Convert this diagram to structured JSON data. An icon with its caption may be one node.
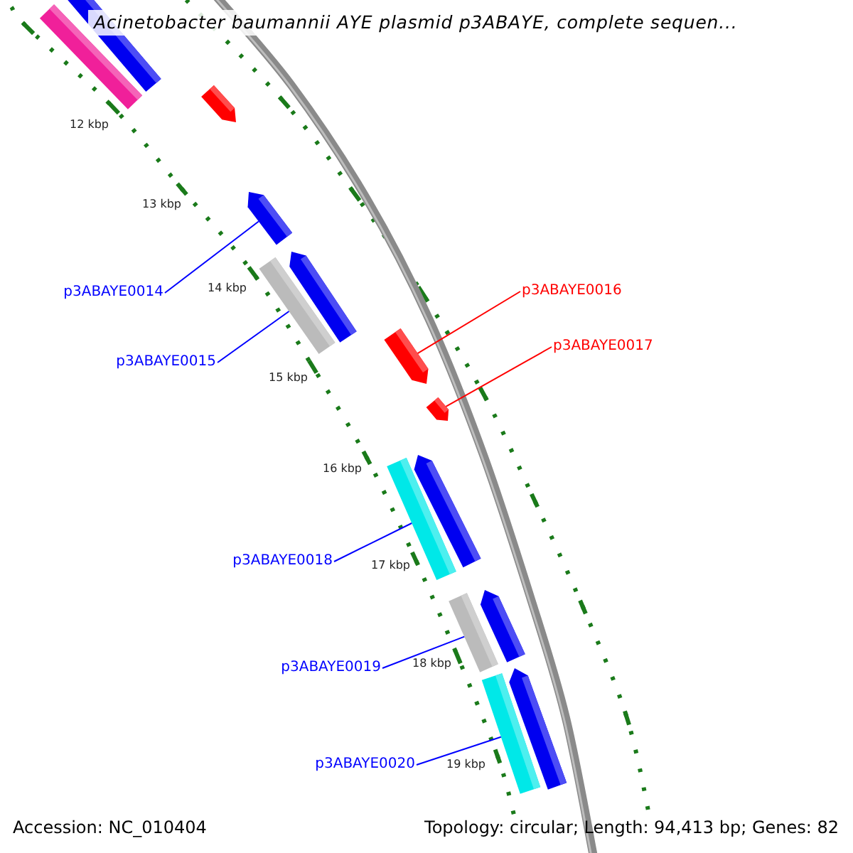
{
  "diagram": {
    "title": "Acinetobacter baumannii AYE plasmid p3ABAYE, complete sequen...",
    "nodes": [
      {
        "text": [
          "p3ABAYE0014"
        ]
      },
      {
        "text": [],
        "shape": "bar"
      },
      {
        "text": [
          "p3ABAYE0015"
        ]
      },
      {
        "text": [],
        "shape": "bar"
      },
      {
        "text": [
          "p3ABAYE0016"
        ]
      },
      {
        "text": [],
        "shape": "bar"
      },
      {
        "text": [
          "p3ABAYE0017"
        ]
      },
      {
        "text": [],
        "shape": "bar"
      },
      {
        "text": [
          "p3ABAYE0018"
        ]
      },
      {
        "text": [],
        "shape": "bar"
      },
      {
        "text": [
          "p3ABAYE0019"
        ]
      },
      {
        "text": [],
        "shape": "bar"
      },
      {
        "text": [
          "p3ABAYE0020"
        ]
      },
      {
        "text": [],
        "shape": "bar"
      }
    ],
    "edges": [
      {
        "from": 0,
        "to": 1,
        "arrow": "none"
      },
      {
        "from": 2,
        "to": 3,
        "arrow": "none"
      },
      {
        "from": 4,
        "to": 5,
        "arrow": "none",
        "color": "#ff0000"
      },
      {
        "from": 6,
        "to": 7,
        "arrow": "none",
        "color": "#ff0000"
      },
      {
        "from": 8,
        "to": 9,
        "arrow": "none"
      },
      {
        "from": 10,
        "to": 11,
        "arrow": "none"
      },
      {
        "from": 12,
        "to": 13,
        "arrow": "none"
      }
    ],
    "labels": [
      "12 kbp",
      "13 kbp",
      "14 kbp",
      "15 kbp",
      "16 kbp",
      "17 kbp",
      "18 kbp",
      "19 kbp",
      "Accession: NC_010404",
      "Topology: circular; Length: 94,413 bp; Genes: 82"
    ]
  }
}
